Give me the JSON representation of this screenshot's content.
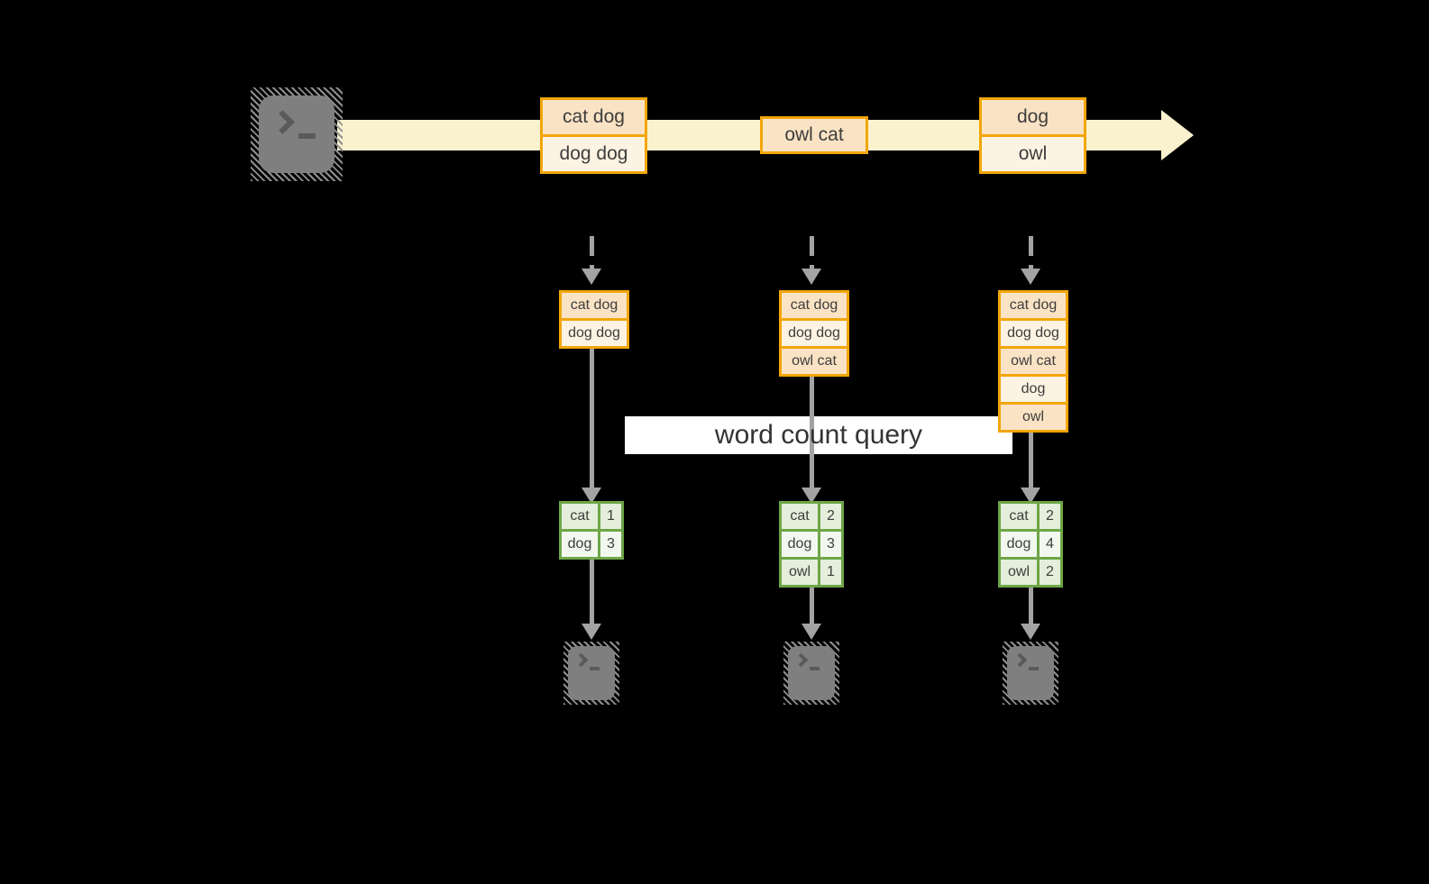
{
  "query": {
    "label": "word count query"
  },
  "stream": {
    "events": [
      {
        "cells": [
          "cat dog",
          "dog dog"
        ]
      },
      {
        "cells": [
          "owl cat"
        ]
      },
      {
        "cells": [
          "dog",
          "owl"
        ]
      }
    ]
  },
  "columns": [
    {
      "buffer": [
        "cat dog",
        "dog dog"
      ],
      "counts": [
        {
          "word": "cat",
          "count": "1"
        },
        {
          "word": "dog",
          "count": "3"
        }
      ]
    },
    {
      "buffer": [
        "cat dog",
        "dog dog",
        "owl cat"
      ],
      "counts": [
        {
          "word": "cat",
          "count": "2"
        },
        {
          "word": "dog",
          "count": "3"
        },
        {
          "word": "owl",
          "count": "1"
        }
      ]
    },
    {
      "buffer": [
        "cat dog",
        "dog dog",
        "owl cat",
        "dog",
        "owl"
      ],
      "counts": [
        {
          "word": "cat",
          "count": "2"
        },
        {
          "word": "dog",
          "count": "4"
        },
        {
          "word": "owl",
          "count": "2"
        }
      ]
    }
  ],
  "icons": {
    "source": "terminal-icon",
    "sinks": [
      "terminal-icon",
      "terminal-icon",
      "terminal-icon"
    ]
  },
  "colors": {
    "background": "#000000",
    "stream_band": "#faf2cf",
    "event_border": "#f2a60a",
    "event_fill_dark": "#fae3c5",
    "event_fill_light": "#fdf3e3",
    "table_border": "#6ea647",
    "table_fill_dark": "#e4eeda",
    "table_fill_light": "#f3f8ef",
    "arrow_gray": "#a3a3a3",
    "terminal_gray": "#7f7f7f",
    "query_bg": "#ffffff",
    "text": "#3d3d3b"
  }
}
